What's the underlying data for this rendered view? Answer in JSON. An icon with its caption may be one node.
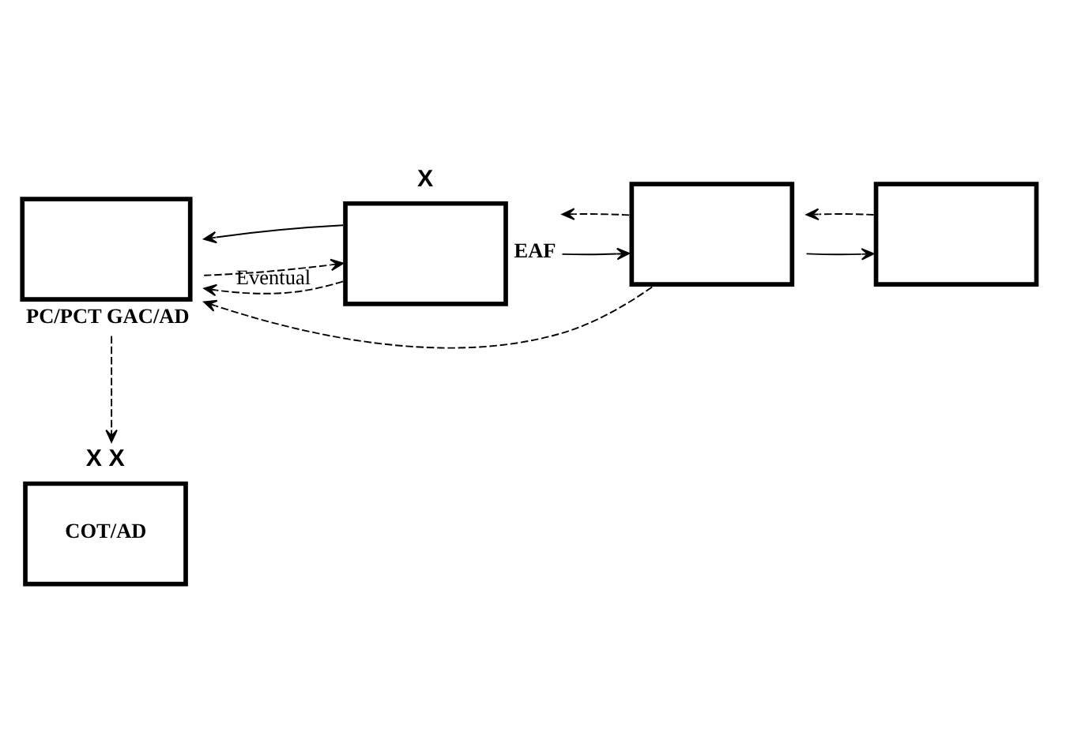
{
  "diagram": {
    "nodes": [
      {
        "text": [
          "X X",
          "COT/AD"
        ]
      },
      {
        "text": [
          "X"
        ],
        "beside": [
          "EAF"
        ]
      },
      {
        "text": [],
        "shape": "box",
        "beside": [
          "PC/PCT GAC/AD"
        ]
      },
      {
        "text": [],
        "shape": "box"
      },
      {
        "text": [],
        "shape": "box"
      }
    ],
    "edges": [
      {
        "from": 2,
        "to": 0,
        "arrow": "to",
        "style": "dashed"
      },
      {
        "from": 2,
        "to": 1,
        "arrow": "to",
        "style": "dashed"
      },
      {
        "from": 1,
        "to": 2,
        "arrow": "to"
      },
      {
        "from": 1,
        "to": 2,
        "arrow": "to",
        "style": "dashed",
        "label": "Eventual"
      },
      {
        "from": 1,
        "to": 3,
        "arrow": "to"
      },
      {
        "from": 3,
        "to": 1,
        "arrow": "to",
        "style": "dashed"
      },
      {
        "from": 3,
        "to": 2,
        "arrow": "to",
        "style": "dashed"
      },
      {
        "from": 3,
        "to": 4,
        "arrow": "to"
      },
      {
        "from": 4,
        "to": 3,
        "arrow": "to",
        "style": "dashed"
      }
    ]
  }
}
